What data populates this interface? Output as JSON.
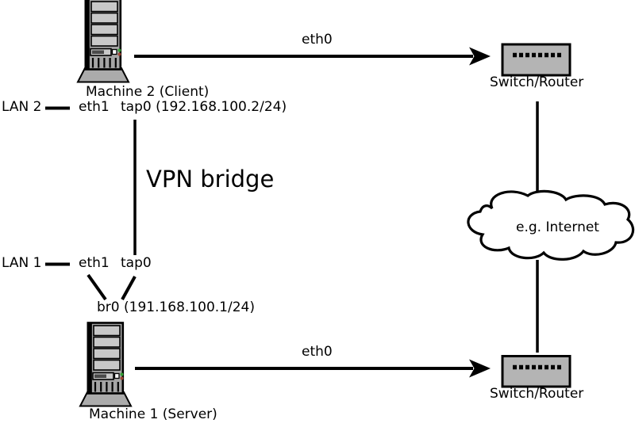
{
  "nodes": {
    "machine2": {
      "label": "Machine 2 (Client)"
    },
    "machine1": {
      "label": "Machine 1 (Server)"
    },
    "switch_top": {
      "label": "Switch/Router"
    },
    "switch_bottom": {
      "label": "Switch/Router"
    },
    "cloud": {
      "label": "e.g. Internet"
    }
  },
  "interfaces": {
    "lan2": {
      "label": "LAN 2",
      "eth1": "eth1",
      "tap0": "tap0 (192.168.100.2/24)"
    },
    "lan1": {
      "label": "LAN 1",
      "eth1": "eth1",
      "tap0": "tap0"
    },
    "br0": {
      "label": "br0 (191.168.100.1/24)"
    },
    "eth0_top": {
      "label": "eth0"
    },
    "eth0_bottom": {
      "label": "eth0"
    }
  },
  "links": {
    "vpn_bridge": {
      "label": "VPN bridge"
    }
  },
  "colors": {
    "line": "#000000",
    "device_fill": "#b4b4b4",
    "tower_body": "#a5a5a5",
    "tower_bay": "#c8c8c8",
    "background": "#ffffff"
  }
}
